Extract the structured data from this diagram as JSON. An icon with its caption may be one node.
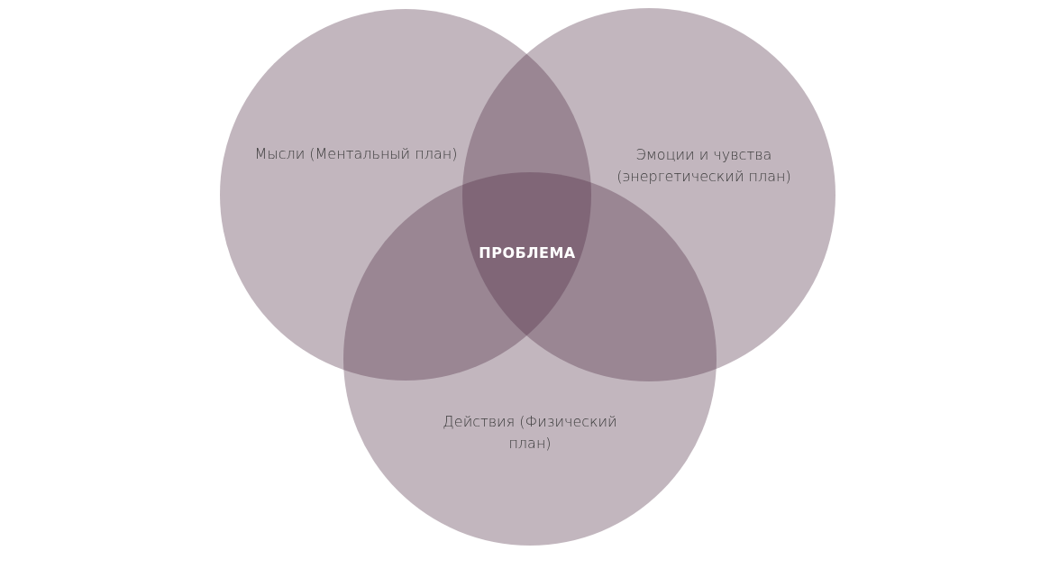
{
  "diagram": {
    "nodes": [
      {
        "text": [
          "Мысли (Ментальный план)"
        ]
      },
      {
        "text": [
          "Эмоции и чувства (энергетический план)"
        ]
      },
      {
        "text": [
          "Действия (Физический план)"
        ]
      }
    ],
    "labels": [
      "ПРОБЛЕМА"
    ]
  }
}
